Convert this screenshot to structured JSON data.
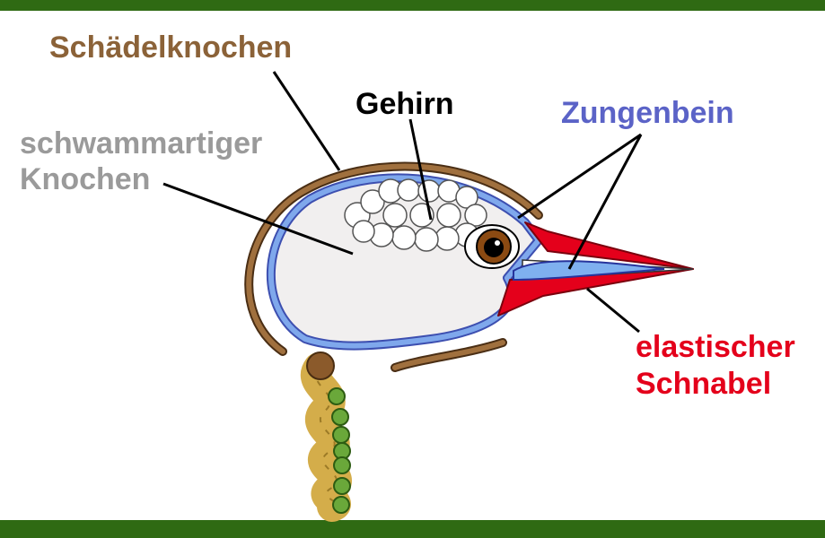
{
  "labels": {
    "skull": "Schädelknochen",
    "brain": "Gehirn",
    "spongy_line1": "schwammartiger",
    "spongy_line2": "Knochen",
    "hyoid": "Zungenbein",
    "beak_line1": "elastischer",
    "beak_line2": "Schnabel"
  },
  "colors": {
    "frame": "#2f6a13",
    "skull": "#8b6238",
    "spongy": "#9a9a9a",
    "brain": "#000000",
    "hyoid": "#5b63c7",
    "beak": "#e4001b",
    "spine": "#d4ad4a",
    "disc": "#6aa83a"
  }
}
